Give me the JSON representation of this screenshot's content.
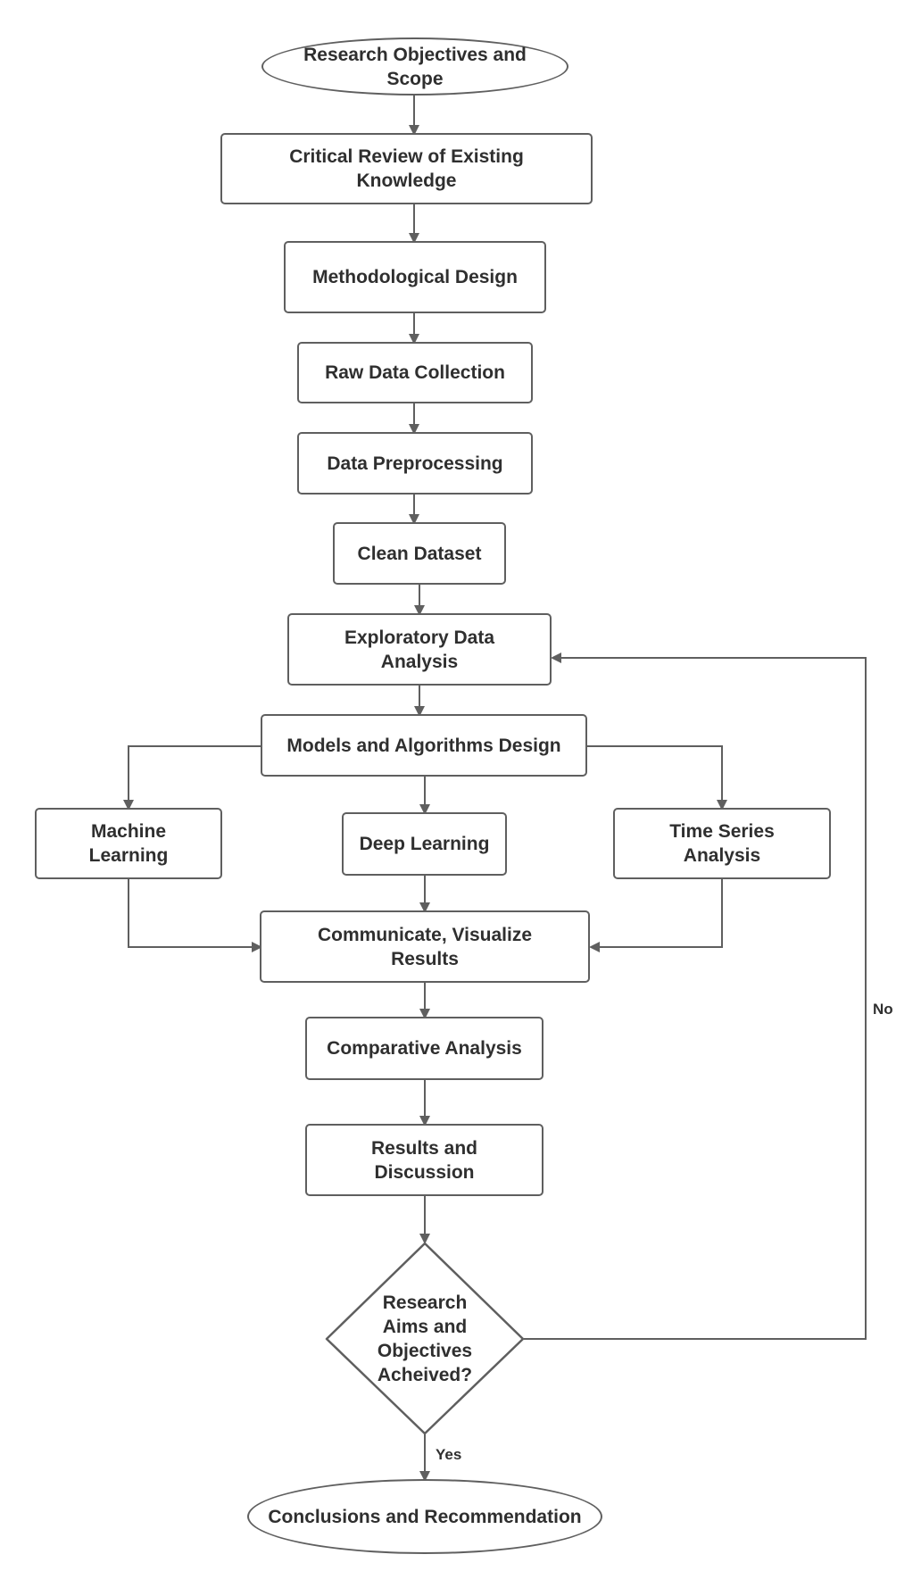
{
  "nodes": {
    "objectives": "Research Objectives and Scope",
    "review": "Critical Review of Existing Knowledge",
    "methodology": "Methodological Design",
    "raw_data": "Raw Data Collection",
    "preprocessing": "Data Preprocessing",
    "clean_dataset": "Clean Dataset",
    "eda": "Exploratory Data Analysis",
    "models": "Models and Algorithms Design",
    "machine_learning": "Machine Learning",
    "deep_learning": "Deep Learning",
    "time_series": "Time Series Analysis",
    "communicate": "Communicate, Visualize Results",
    "comparative": "Comparative Analysis",
    "results": "Results and Discussion",
    "decision": "Research Aims and Objectives Acheived?",
    "conclusions": "Conclusions and Recommendation"
  },
  "edge_labels": {
    "no": "No",
    "yes": "Yes"
  },
  "colors": {
    "stroke": "#5f5f5f",
    "text": "#2f2f2f",
    "background": "#ffffff"
  }
}
